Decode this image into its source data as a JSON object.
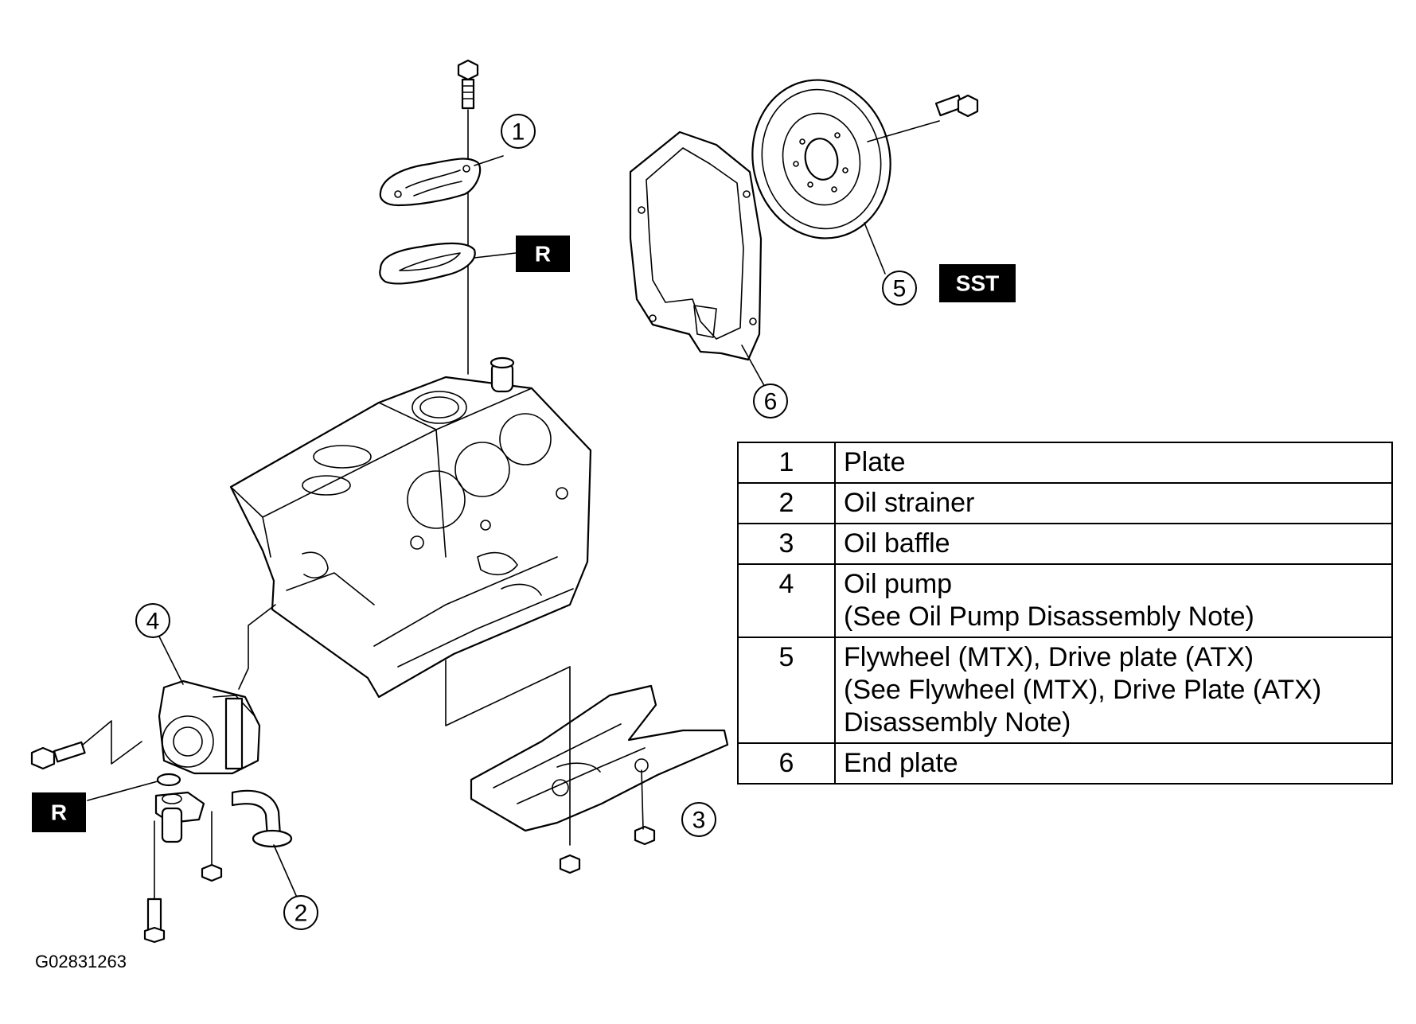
{
  "callouts": [
    "1",
    "2",
    "3",
    "4",
    "5",
    "6"
  ],
  "tags": {
    "r_top": "R",
    "r_left": "R",
    "sst": "SST"
  },
  "legend": [
    {
      "num": "1",
      "desc": "Plate"
    },
    {
      "num": "2",
      "desc": "Oil strainer"
    },
    {
      "num": "3",
      "desc": "Oil baffle"
    },
    {
      "num": "4",
      "desc": "Oil pump\n(See Oil Pump Disassembly Note)"
    },
    {
      "num": "5",
      "desc": "Flywheel (MTX), Drive plate (ATX)\n(See Flywheel (MTX), Drive Plate (ATX)\nDisassembly Note)"
    },
    {
      "num": "6",
      "desc": "End plate"
    }
  ],
  "figure_code": "G02831263"
}
